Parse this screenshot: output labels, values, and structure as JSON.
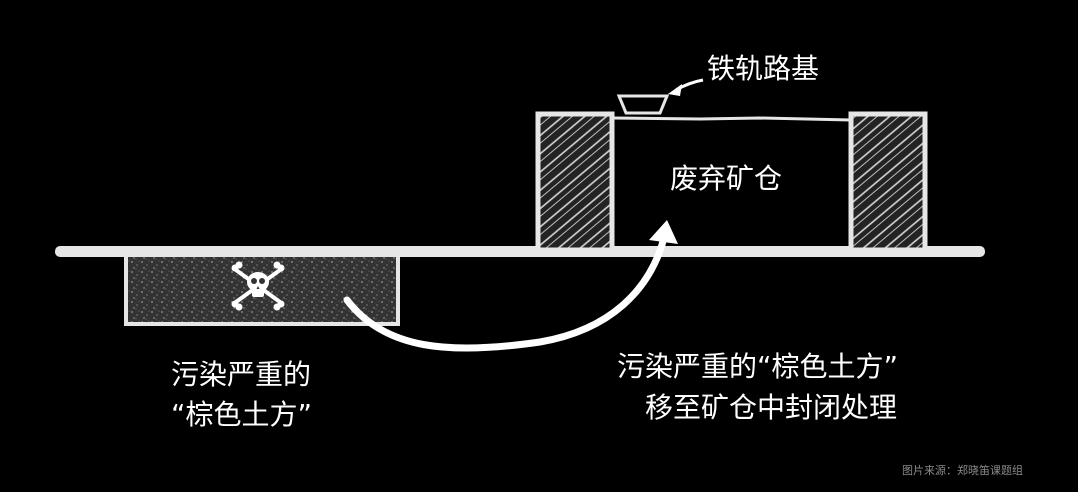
{
  "labels": {
    "rail_roadbed": "铁轨路基",
    "abandoned_mine": "废弃矿仓",
    "left_caption": [
      "污染严重的",
      "“棕色土方”"
    ],
    "right_caption": [
      "污染严重的“棕色土方”",
      "移至矿仓中封闭处理"
    ]
  },
  "credit": "图片来源：郑晓笛课题组",
  "icons": {
    "pit_symbol": "skull-crossbones-icon"
  },
  "colors": {
    "background": "#000000",
    "outline": "#e6e6e6",
    "hatch_fill": "#2a2a2a",
    "soil_fill": "#3a3a3a",
    "text": "#ffffff",
    "credit_text": "#8a8a8a"
  }
}
